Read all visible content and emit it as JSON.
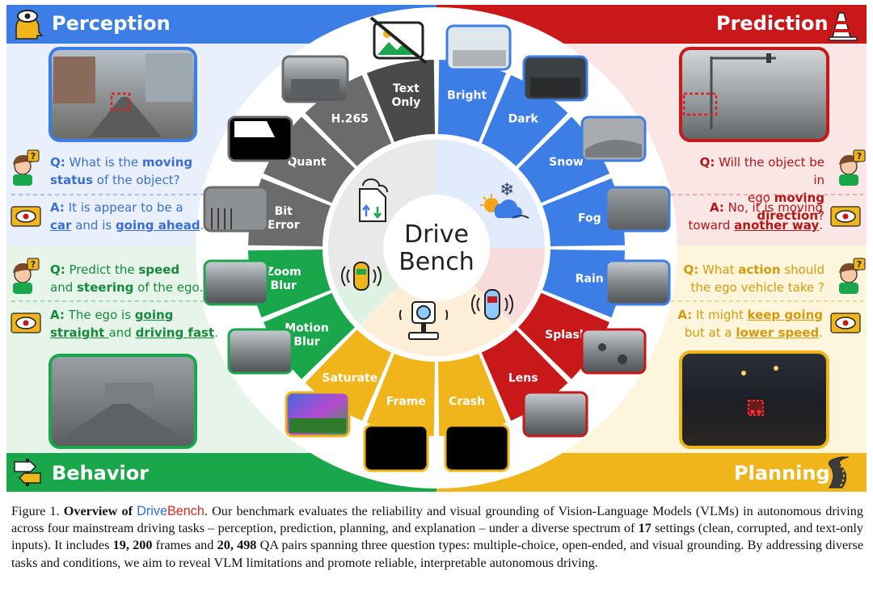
{
  "quadrants": {
    "perception": {
      "title": "Perception",
      "q": [
        "Q:",
        " What is the ",
        "moving",
        "status",
        " of the object?"
      ],
      "a": [
        "A:",
        " It is appear to be a",
        "car",
        " and is ",
        "going ahead",
        "."
      ]
    },
    "prediction": {
      "title": "Prediction",
      "q": [
        "Q:",
        " Will the object be in",
        "ego ",
        "moving direction",
        "?"
      ],
      "a": [
        "A:",
        " No, it is moving",
        "toward ",
        "another way",
        "."
      ]
    },
    "behavior": {
      "title": "Behavior",
      "q": [
        "Q:",
        " Predict the ",
        "speed",
        "and ",
        "steering",
        " of the ego."
      ],
      "a": [
        "A:",
        " The ego is ",
        "going",
        "straight ",
        "and ",
        "driving fast",
        "."
      ]
    },
    "planning": {
      "title": "Planning",
      "q": [
        "Q:",
        " What ",
        "action",
        " should",
        "the ego vehicle take ?"
      ],
      "a": [
        "A:",
        " It might ",
        "keep going",
        "but at a ",
        "lower speed",
        "."
      ]
    }
  },
  "wheel": {
    "center_title": [
      "Drive",
      "Bench"
    ],
    "segments": [
      {
        "label": [
          "Bright"
        ],
        "color": "#3d7ee6"
      },
      {
        "label": [
          "Dark"
        ],
        "color": "#3d7ee6"
      },
      {
        "label": [
          "Snow"
        ],
        "color": "#3d7ee6"
      },
      {
        "label": [
          "Fog"
        ],
        "color": "#3d7ee6"
      },
      {
        "label": [
          "Rain"
        ],
        "color": "#3d7ee6"
      },
      {
        "label": [
          "Splash"
        ],
        "color": "#c8181a"
      },
      {
        "label": [
          "Lens"
        ],
        "color": "#c8181a"
      },
      {
        "label": [
          "Crash"
        ],
        "color": "#f1b51c"
      },
      {
        "label": [
          "Frame"
        ],
        "color": "#f1b51c"
      },
      {
        "label": [
          "Saturate"
        ],
        "color": "#f1b51c"
      },
      {
        "label": [
          "Motion",
          "Blur"
        ],
        "color": "#1aa64a"
      },
      {
        "label": [
          "Zoom",
          "Blur"
        ],
        "color": "#1aa64a"
      },
      {
        "label": [
          "Bit",
          "Error"
        ],
        "color": "#6b6b6b"
      },
      {
        "label": [
          "Quant"
        ],
        "color": "#6b6b6b"
      },
      {
        "label": [
          "H.265"
        ],
        "color": "#6b6b6b"
      },
      {
        "label": [
          "Text",
          "Only"
        ],
        "color": "#4a4a4a"
      }
    ]
  },
  "colors": {
    "perception": "#3d7ee6",
    "prediction": "#c8181a",
    "behavior": "#1aa64a",
    "planning": "#f1b51c"
  },
  "icons": [
    "eye-head-icon",
    "traffic-cone-icon",
    "direction-sign-icon",
    "road-icon",
    "no-image-icon",
    "thinking-person-icon",
    "eye-icon",
    "weather-icon",
    "compression-icon",
    "car-sensor-icon",
    "camera-icon"
  ],
  "caption": {
    "label": "Figure 1.",
    "bold_lead": "Overview of",
    "brand_a": "Drive",
    "brand_b": "Bench",
    "part1": ". Our benchmark evaluates the reliability and visual grounding of Vision-Language Models (VLMs) in autonomous driving across four mainstream driving tasks – perception, prediction, planning, and explanation – under a diverse spectrum of ",
    "num_settings": "17",
    "part2": " settings (clean, corrupted, and text-only inputs). It includes ",
    "num_frames": "19, 200",
    "part3": " frames and ",
    "num_qa": "20, 498",
    "part4": " QA pairs spanning three question types: multiple-choice, open-ended, and visual grounding. By addressing diverse tasks and conditions, we aim to reveal VLM limitations and promote reliable, interpretable autonomous driving."
  }
}
